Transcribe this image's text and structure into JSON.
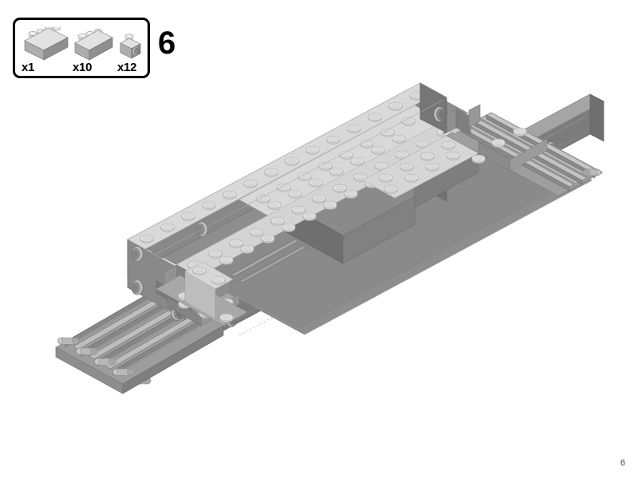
{
  "page": {
    "step_number": "6",
    "page_number": "6",
    "background_color": "#ffffff"
  },
  "parts_callout": {
    "border_color": "#000000",
    "parts": [
      {
        "count_label": "x1",
        "icon": "brick-1x4-icon",
        "description": "brick 1 x 4",
        "studs": 4,
        "color_top": "#e2e2e2",
        "color_front": "#a8a8a8",
        "color_side": "#8f8f8f"
      },
      {
        "count_label": "x10",
        "icon": "brick-1x3-icon",
        "description": "brick 1 x 3",
        "studs": 3,
        "color_top": "#e2e2e2",
        "color_front": "#a8a8a8",
        "color_side": "#8f8f8f"
      },
      {
        "count_label": "x12",
        "icon": "technic-brick-1x1-hole-icon",
        "description": "technic brick 1 x 1 with hole",
        "studs": 1,
        "color_top": "#e2e2e2",
        "color_front": "#a8a8a8",
        "color_side": "#8f8f8f"
      }
    ]
  },
  "model": {
    "name": "train-chassis-assembly",
    "description": "Isometric view of a long light-gray and gray LEGO train chassis with technic beams, plates with studs, and a ribbed buffer/rail end",
    "colors": {
      "light_gray_top": "#d9d9d9",
      "light_gray_stud": "#e3e3e3",
      "light_gray_shade": "#c4c4c4",
      "medium_gray": "#9a9a9a",
      "dark_gray_side": "#7c7c7c",
      "darker_gray": "#6e6e6e",
      "shadow_gray": "#5f5f5f",
      "outline": "#b4b4b4"
    }
  }
}
